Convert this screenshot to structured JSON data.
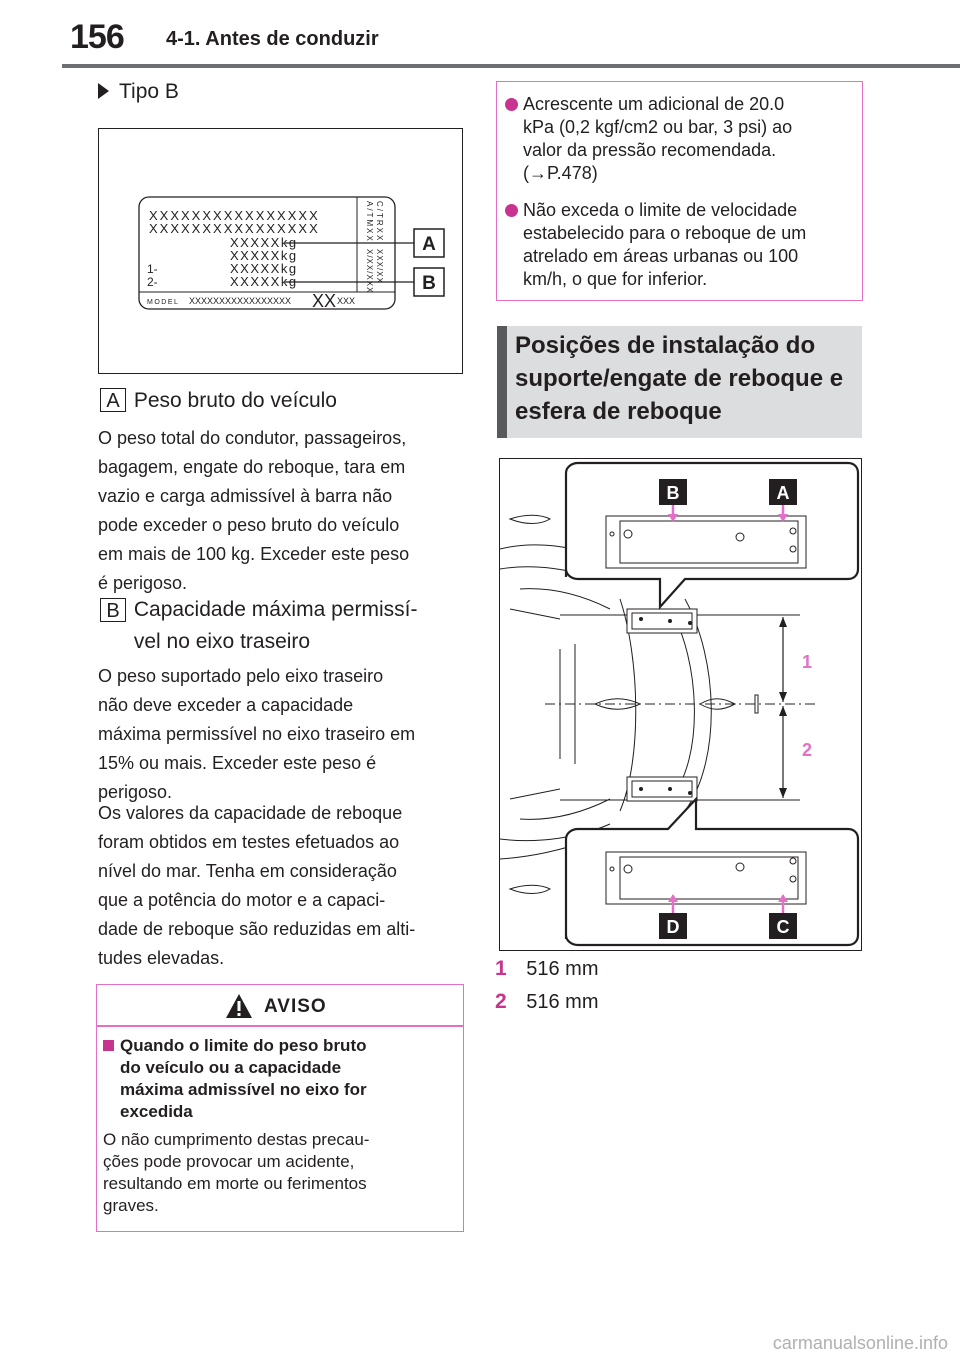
{
  "header": {
    "page_number": "156",
    "section": "4-1. Antes de conduzir"
  },
  "tipo_b": {
    "label": "Tipo B"
  },
  "label_fig": {
    "row1": "XXXXXXXXXXXXXXXX",
    "row2": "XXXXXXXXXXXXXXXX",
    "kg_rows": [
      "XXXXXkg",
      "XXXXXkg",
      "XXXXXkg",
      "XXXXXkg"
    ],
    "axle1": "1-",
    "axle2": "2-",
    "model_label": "MODEL",
    "model_value": "XXXXXXXXXXXXXXXXX",
    "model_big": "XX",
    "model_end": "XXX",
    "vertical1": "C/TRXX",
    "vertical2": "A/TMXX",
    "vertical3": "X/XX/XXX",
    "vertical4": "XXX/XX",
    "callout_a": "A",
    "callout_b": "B"
  },
  "items": {
    "a": {
      "letter": "A",
      "title": "Peso bruto do veículo",
      "lines": [
        "O peso total do condutor, passageiros,",
        "bagagem, engate do reboque, tara em",
        "vazio e carga admissível à barra não",
        "pode exceder o peso bruto do veículo",
        "em mais de 100 kg. Exceder este peso",
        "é perigoso."
      ]
    },
    "b": {
      "letter": "B",
      "title_line1": "Capacidade máxima permissí-",
      "title_line2": "vel no eixo traseiro",
      "lines": [
        "O peso suportado pelo eixo traseiro",
        "não deve exceder a capacidade",
        "máxima permissível no eixo traseiro em",
        "15% ou mais. Exceder este peso é",
        "perigoso."
      ]
    }
  },
  "paragraph": {
    "lines": [
      "Os valores da capacidade de reboque",
      "foram obtidos em testes efetuados ao",
      "nível do mar. Tenha em consideração",
      "que a potência do motor e a capaci-",
      "dade de reboque são reduzidas em alti-",
      "tudes elevadas."
    ]
  },
  "warning": {
    "title": "AVISO",
    "heading_lines": [
      "Quando o limite do peso bruto",
      "do veículo ou a capacidade",
      "máxima admissível no eixo for",
      "excedida"
    ],
    "text_lines": [
      "O não cumprimento destas precau-",
      "ções pode provocar um acidente,",
      "resultando em morte ou ferimentos",
      "graves."
    ]
  },
  "info": {
    "bullet1": [
      "Acrescente um adicional de 20.0",
      "kPa (0,2 kgf/cm2 ou bar, 3 psi) ao",
      "valor da pressão recomendada.",
      "(→P.478)"
    ],
    "bullet2": [
      "Não exceda o limite de velocidade",
      "estabelecido para o reboque de um",
      "atrelado em áreas urbanas ou 100",
      "km/h, o que for inferior."
    ]
  },
  "section": {
    "lines": [
      "Posições de instalação do",
      "suporte/engate de reboque e",
      "esfera de reboque"
    ]
  },
  "diagram": {
    "label_a": "A",
    "label_b": "B",
    "label_c": "C",
    "label_d": "D",
    "dim1": "1",
    "dim2": "2"
  },
  "measurements": [
    {
      "num": "1",
      "value": "516 mm"
    },
    {
      "num": "2",
      "value": "516 mm"
    }
  ],
  "footer": {
    "watermark": "carmanualsonline.info"
  },
  "colors": {
    "accent_pink": "#c7338f",
    "box_border": "#e46fc6",
    "section_bg": "#dcddde",
    "section_bar": "#58595b"
  }
}
